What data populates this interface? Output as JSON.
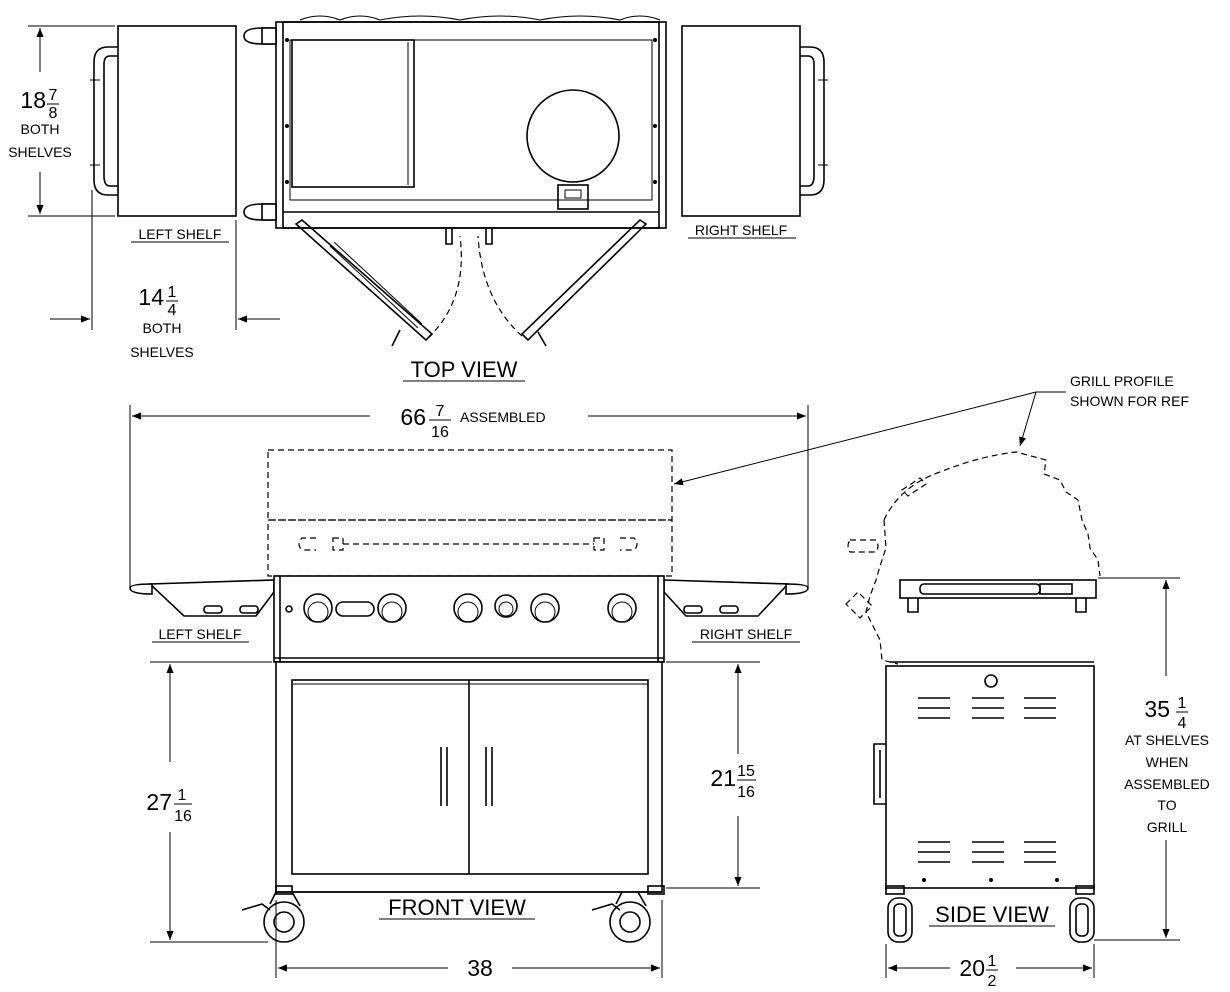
{
  "views": {
    "top": {
      "title": "TOP VIEW",
      "left_shelf": "LEFT SHELF",
      "right_shelf": "RIGHT SHELF"
    },
    "front": {
      "title": "FRONT VIEW",
      "left_shelf": "LEFT SHELF",
      "right_shelf": "RIGHT SHELF"
    },
    "side": {
      "title": "SIDE VIEW"
    }
  },
  "dimensions": {
    "shelf_depth": {
      "whole": "18",
      "num": "7",
      "den": "8",
      "note1": "BOTH",
      "note2": "SHELVES"
    },
    "shelf_width": {
      "whole": "14",
      "num": "1",
      "den": "4",
      "note1": "BOTH",
      "note2": "SHELVES"
    },
    "overall_width": {
      "whole": "66",
      "num": "7",
      "den": "16",
      "note": "ASSEMBLED"
    },
    "cart_height": {
      "whole": "27",
      "num": "1",
      "den": "16"
    },
    "shelf_height_front": {
      "whole": "21",
      "num": "15",
      "den": "16"
    },
    "cart_width": {
      "value": "38"
    },
    "shelf_height_side": {
      "whole": "35",
      "num": "1",
      "den": "4",
      "note": [
        "AT SHELVES",
        "WHEN",
        "ASSEMBLED",
        "TO",
        "GRILL"
      ]
    },
    "cart_depth": {
      "whole": "20",
      "num": "1",
      "den": "2"
    }
  },
  "callout": {
    "line1": "GRILL PROFILE",
    "line2": "SHOWN FOR REF"
  }
}
